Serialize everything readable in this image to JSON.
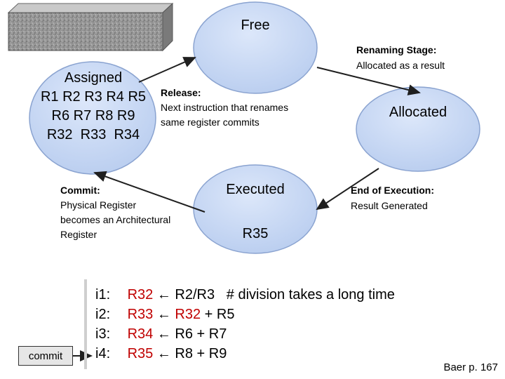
{
  "states": {
    "free": {
      "label": "Free"
    },
    "assigned": {
      "title": "Assigned",
      "lines": [
        "R1 R2 R3 R4 R5",
        "R6 R7 R8 R9",
        "R32  R33  R34"
      ]
    },
    "allocated": {
      "label": "Allocated"
    },
    "executed": {
      "label": "Executed",
      "register": "R35"
    }
  },
  "transitions": {
    "renaming": {
      "title": "Renaming Stage:",
      "text": "Allocated as a result"
    },
    "release": {
      "title": "Release:",
      "lines": [
        "Next instruction that renames",
        "same register commits"
      ]
    },
    "end_exec": {
      "title": "End of Execution:",
      "text": "Result Generated"
    },
    "commit": {
      "title": "Commit:",
      "lines": [
        "Physical Register",
        "becomes an Architectural",
        "Register"
      ]
    }
  },
  "code": [
    {
      "label": "i1:",
      "dest": "R32",
      "arrow": "←",
      "src": "R2/R3",
      "comment": "# division takes a long time"
    },
    {
      "label": "i2:",
      "dest": "R33",
      "arrow": "←",
      "src_red": "R32",
      "src": " + R5"
    },
    {
      "label": "i3:",
      "dest": "R34",
      "arrow": "←",
      "src": "R6 + R7"
    },
    {
      "label": "i4:",
      "dest": "R35",
      "arrow": "←",
      "src": "R8 + R9"
    }
  ],
  "commit_button": "commit",
  "citation": "Baer p. 167",
  "colors": {
    "circle_fill": "#c8d8f4",
    "circle_stroke": "#8aa3d0",
    "arrow": "#1f1f1f",
    "red": "#c00000"
  }
}
